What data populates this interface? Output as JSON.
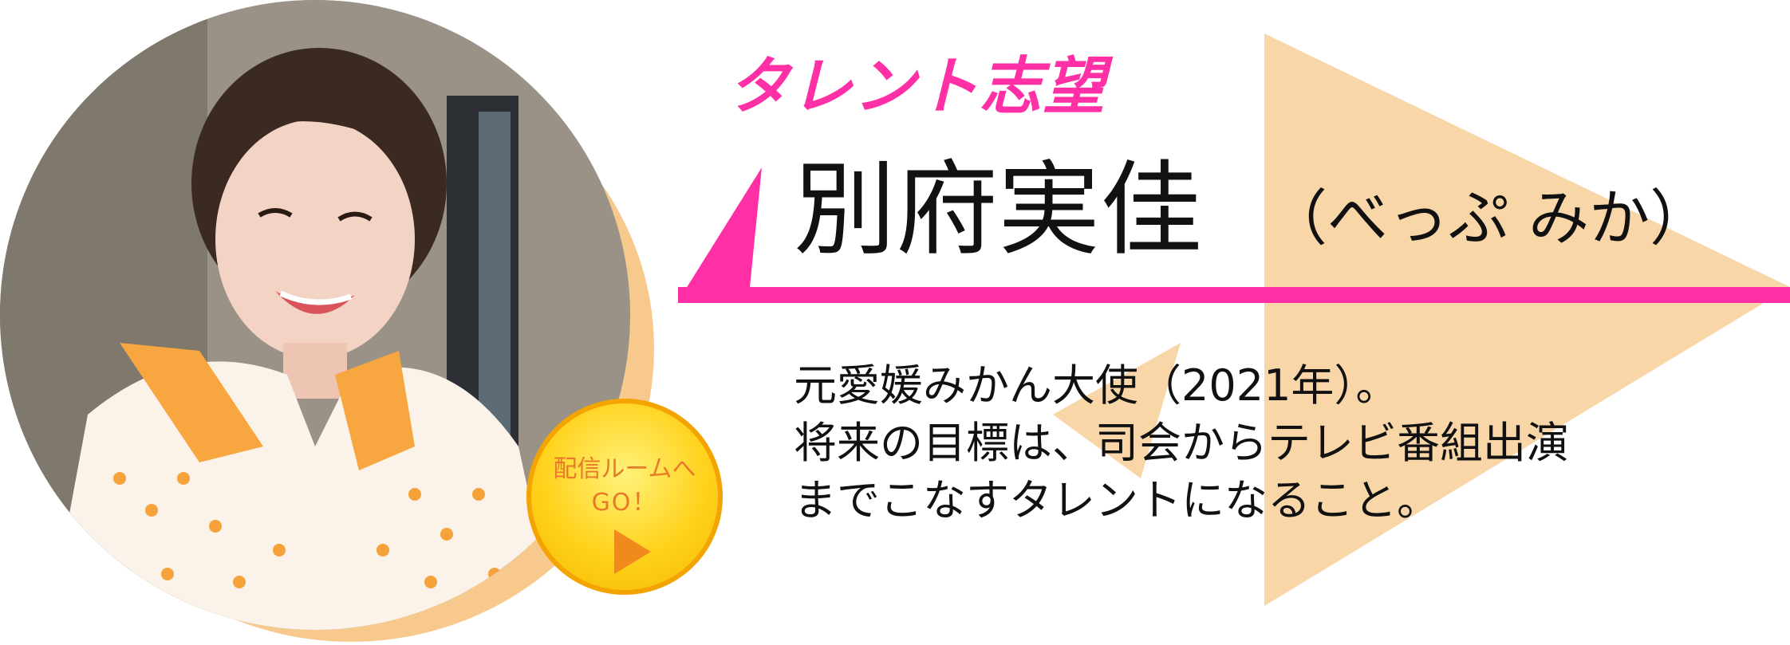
{
  "profile": {
    "subtitle": "タレント志望",
    "name": "別府実佳",
    "reading": "（べっぷ みか）",
    "description": [
      "元愛媛みかん大使（2021年）。",
      "将来の目標は、司会からテレビ番組出演",
      "までこなすタレントになること。"
    ]
  },
  "cta": {
    "line1": "配信ルームへ",
    "line2": "GO！",
    "icon": "play-icon"
  },
  "colors": {
    "accent_pink": "#ff2fa6",
    "peach": "#f8d6a8",
    "badge_yellow": "#ffd21c",
    "badge_orange": "#f08a1c"
  }
}
